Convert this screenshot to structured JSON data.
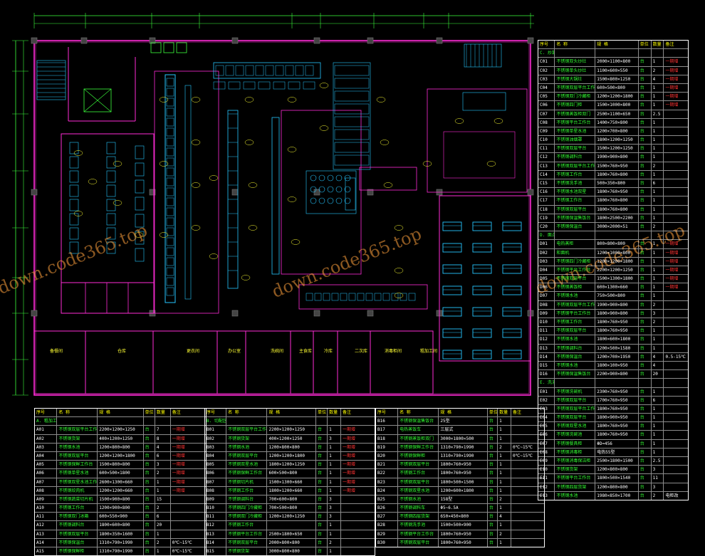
{
  "drawing": {
    "title": "Commercial kitchen equipment layout (CAD)",
    "watermark_text": "down.code365.top",
    "colors": {
      "background": "#000000",
      "walls": "#ff2bd6",
      "dimension_lines": "#3cff3c",
      "equipment": "#26c6ff",
      "text_yellow": "#ffff33",
      "text_green": "#33ff33",
      "table_border": "#ffffff"
    },
    "room_labels": [
      "备餐间",
      "仓库",
      "更衣间",
      "办公室",
      "洗碗间",
      "主食库",
      "冷库",
      "二次库",
      "消毒柜间",
      "粗加工间"
    ]
  },
  "tables": {
    "right": {
      "header": [
        "序号",
        "名  称",
        "规  格",
        "单位",
        "数量",
        "备注"
      ],
      "rows": [
        {
          "code": "C. 炒菜区",
          "name": "",
          "size": "",
          "unit": "",
          "qty": "",
          "note": "",
          "section": true
        },
        {
          "code": "C01",
          "name": "不锈钢双头炒灶",
          "size": "2000×1100×800",
          "unit": "台",
          "qty": "1",
          "note": "一期增"
        },
        {
          "code": "C02",
          "name": "不锈钢单头炒灶",
          "size": "1100×600×550",
          "unit": "台",
          "qty": "2",
          "note": "一期增"
        },
        {
          "code": "C03",
          "name": "不锈钢大锅灶",
          "size": "1500×800×1250",
          "unit": "台",
          "qty": "4",
          "note": "一期增"
        },
        {
          "code": "C04",
          "name": "不锈钢双层平台工作台",
          "size": "600×500×800",
          "unit": "台",
          "qty": "1",
          "note": "一期增"
        },
        {
          "code": "C05",
          "name": "不锈钢双门冷藏柜",
          "size": "1200×1200×1800",
          "unit": "台",
          "qty": "1",
          "note": "一期增"
        },
        {
          "code": "C06",
          "name": "不锈钢四门柜",
          "size": "1500×1000×800",
          "unit": "台",
          "qty": "1",
          "note": "一期增"
        },
        {
          "code": "C07",
          "name": "不锈钢蒸饭柜双门",
          "size": "2500×1100×650",
          "unit": "台",
          "qty": "2.5",
          "note": ""
        },
        {
          "code": "C08",
          "name": "不锈钢平台工作台",
          "size": "1400×750×800",
          "unit": "台",
          "qty": "1",
          "note": ""
        },
        {
          "code": "C09",
          "name": "不锈钢单星水池",
          "size": "1200×700×800",
          "unit": "台",
          "qty": "1",
          "note": ""
        },
        {
          "code": "C10",
          "name": "不锈钢油烟罩",
          "size": "1800×1200×1250",
          "unit": "台",
          "qty": "1",
          "note": ""
        },
        {
          "code": "C11",
          "name": "不锈钢双层平台",
          "size": "1500×1200×1250",
          "unit": "台",
          "qty": "1",
          "note": ""
        },
        {
          "code": "C12",
          "name": "不锈钢调料台",
          "size": "1900×900×800",
          "unit": "台",
          "qty": "1",
          "note": ""
        },
        {
          "code": "C13",
          "name": "不锈钢双层平台工作台",
          "size": "1500×760×950",
          "unit": "台",
          "qty": "2",
          "note": ""
        },
        {
          "code": "C14",
          "name": "不锈钢工作台",
          "size": "1800×760×800",
          "unit": "台",
          "qty": "1",
          "note": ""
        },
        {
          "code": "C15",
          "name": "不锈钢洗手池",
          "size": "500×350×800",
          "unit": "台",
          "qty": "6",
          "note": ""
        },
        {
          "code": "C16",
          "name": "不锈钢水池双星",
          "size": "1800×760×950",
          "unit": "台",
          "qty": "1",
          "note": ""
        },
        {
          "code": "C17",
          "name": "不锈钢工作台",
          "size": "1800×760×800",
          "unit": "台",
          "qty": "1",
          "note": ""
        },
        {
          "code": "C18",
          "name": "不锈钢双层平台",
          "size": "1800×760×800",
          "unit": "台",
          "qty": "1",
          "note": ""
        },
        {
          "code": "C19",
          "name": "不锈钢保温售饭台",
          "size": "1800×2500×2200",
          "unit": "台",
          "qty": "1",
          "note": ""
        },
        {
          "code": "C20",
          "name": "不锈钢保温台",
          "size": "3000×2000×51",
          "unit": "台",
          "qty": "2",
          "note": ""
        },
        {
          "code": "D. 面点区",
          "name": "",
          "size": "",
          "unit": "",
          "qty": "",
          "note": "",
          "section": true
        },
        {
          "code": "D01",
          "name": "电热蒸柜",
          "size": "800×800×800",
          "unit": "台",
          "qty": "1",
          "note": "一期增"
        },
        {
          "code": "D02",
          "name": "和面机",
          "size": "1200×1000×800",
          "unit": "台",
          "qty": "1",
          "note": "一期增"
        },
        {
          "code": "D03",
          "name": "不锈钢四门冷藏柜",
          "size": "1200×1200×1800",
          "unit": "台",
          "qty": "1",
          "note": "一期增"
        },
        {
          "code": "D04",
          "name": "不锈钢平台工作台",
          "size": "2200×1200×1250",
          "unit": "台",
          "qty": "1",
          "note": "一期增"
        },
        {
          "code": "D05",
          "name": "不锈钢双层平台",
          "size": "1500×1300×1800",
          "unit": "台",
          "qty": "1",
          "note": "一期增"
        },
        {
          "code": "D06",
          "name": "不锈钢蒸饭柜",
          "size": "600×1300×660",
          "unit": "台",
          "qty": "1",
          "note": "一期增"
        },
        {
          "code": "D07",
          "name": "不锈钢水池",
          "size": "750×500×800",
          "unit": "台",
          "qty": "1",
          "note": ""
        },
        {
          "code": "D08",
          "name": "不锈钢双层平台工作台",
          "size": "1900×900×800",
          "unit": "台",
          "qty": "2",
          "note": ""
        },
        {
          "code": "D09",
          "name": "不锈钢平台工作台",
          "size": "1800×900×800",
          "unit": "台",
          "qty": "3",
          "note": ""
        },
        {
          "code": "D10",
          "name": "不锈钢工作台",
          "size": "1800×760×950",
          "unit": "台",
          "qty": "2",
          "note": ""
        },
        {
          "code": "D11",
          "name": "不锈钢双层平台",
          "size": "1800×760×950",
          "unit": "台",
          "qty": "1",
          "note": ""
        },
        {
          "code": "D12",
          "name": "不锈钢水池",
          "size": "1800×600×1800",
          "unit": "台",
          "qty": "1",
          "note": ""
        },
        {
          "code": "D13",
          "name": "不锈钢调料台",
          "size": "1200×500×1580",
          "unit": "台",
          "qty": "1",
          "note": ""
        },
        {
          "code": "D14",
          "name": "不锈钢保温台",
          "size": "1200×700×1950",
          "unit": "台",
          "qty": "4",
          "note": "0.5-15℃"
        },
        {
          "code": "D15",
          "name": "不锈钢水池",
          "size": "1800×100×950",
          "unit": "台",
          "qty": "4",
          "note": ""
        },
        {
          "code": "D16",
          "name": "不锈钢保温售饭台",
          "size": "2200×900×800",
          "unit": "台",
          "qty": "20",
          "note": ""
        },
        {
          "code": "E. 洗消区",
          "name": "",
          "size": "",
          "unit": "",
          "qty": "",
          "note": "",
          "section": true
        },
        {
          "code": "E01",
          "name": "不锈钢洗碗机",
          "size": "2300×760×950",
          "unit": "台",
          "qty": "1",
          "note": ""
        },
        {
          "code": "E02",
          "name": "不锈钢双层平台",
          "size": "1700×760×950",
          "unit": "台",
          "qty": "6",
          "note": ""
        },
        {
          "code": "E03",
          "name": "不锈钢双层平台工作台",
          "size": "1800×760×950",
          "unit": "台",
          "qty": "1",
          "note": ""
        },
        {
          "code": "E04",
          "name": "不锈钢双层平台",
          "size": "1800×900×950",
          "unit": "台",
          "qty": "1",
          "note": ""
        },
        {
          "code": "E05",
          "name": "不锈钢双星水池",
          "size": "1800×760×950",
          "unit": "台",
          "qty": "1",
          "note": ""
        },
        {
          "code": "E06",
          "name": "不锈钢洗碗池",
          "size": "1800×760×950",
          "unit": "台",
          "qty": "1",
          "note": ""
        },
        {
          "code": "E07",
          "name": "不锈钢餐具柜",
          "size": "ΦD=456",
          "unit": "台",
          "qty": "1",
          "note": ""
        },
        {
          "code": "E08",
          "name": "不锈钢消毒柜",
          "size": "电热55型",
          "unit": "台",
          "qty": "1",
          "note": ""
        },
        {
          "code": "E09",
          "name": "不锈钢消毒保洁柜",
          "size": "2500×1800×1500",
          "unit": "台",
          "qty": "2.5",
          "note": ""
        },
        {
          "code": "E10",
          "name": "不锈钢货架",
          "size": "1200×800×800",
          "unit": "台",
          "qty": "3",
          "note": ""
        },
        {
          "code": "E11",
          "name": "不锈钢平台工作台",
          "size": "1800×500×1540",
          "unit": "台",
          "qty": "11",
          "note": ""
        },
        {
          "code": "E12",
          "name": "不锈钢四层货架",
          "size": "1200×800×800",
          "unit": "台",
          "qty": "3",
          "note": ""
        },
        {
          "code": "E13",
          "name": "不锈钢水池",
          "size": "1980×850×1700",
          "unit": "台",
          "qty": "2",
          "note": "电柜改"
        }
      ]
    },
    "bottom_a": {
      "header": [
        "序号",
        "名  称",
        "规  格",
        "单位",
        "数量",
        "备注"
      ],
      "rows": [
        {
          "code": "A. 粗加工区",
          "name": "",
          "size": "",
          "unit": "",
          "qty": "",
          "note": "",
          "section": true
        },
        {
          "code": "A01",
          "name": "不锈钢双层平台工作台",
          "size": "2200×1200×1250",
          "unit": "台",
          "qty": "7",
          "note": "一期增"
        },
        {
          "code": "A02",
          "name": "不锈钢货架",
          "size": "400×1200×1250",
          "unit": "台",
          "qty": "8",
          "note": "一期增"
        },
        {
          "code": "A03",
          "name": "不锈钢水池",
          "size": "1200×800×800",
          "unit": "台",
          "qty": "4",
          "note": "一期增"
        },
        {
          "code": "A04",
          "name": "不锈钢双层平台",
          "size": "1200×1200×1800",
          "unit": "台",
          "qty": "6",
          "note": "一期增"
        },
        {
          "code": "A05",
          "name": "不锈钢保鲜工作台",
          "size": "1500×800×800",
          "unit": "台",
          "qty": "3",
          "note": "一期增"
        },
        {
          "code": "A06",
          "name": "不锈钢单星水池",
          "size": "600×500×1800",
          "unit": "台",
          "qty": "2",
          "note": "一期增"
        },
        {
          "code": "A07",
          "name": "不锈钢双星水池工作台",
          "size": "2600×1300×660",
          "unit": "台",
          "qty": "1",
          "note": "一期增"
        },
        {
          "code": "A08",
          "name": "不锈钢绞肉机",
          "size": "1200×1200×660",
          "unit": "台",
          "qty": "1",
          "note": "一期增"
        },
        {
          "code": "A09",
          "name": "不锈钢蔬菜切片机",
          "size": "1500×900×800",
          "unit": "台",
          "qty": "15",
          "note": ""
        },
        {
          "code": "A10",
          "name": "不锈钢工作台",
          "size": "1200×900×800",
          "unit": "台",
          "qty": "2",
          "note": ""
        },
        {
          "code": "A11",
          "name": "不锈钢双门冰箱",
          "size": "600×550×900",
          "unit": "台",
          "qty": "6",
          "note": ""
        },
        {
          "code": "A12",
          "name": "不锈钢调料台",
          "size": "1800×600×800",
          "unit": "台",
          "qty": "20",
          "note": ""
        },
        {
          "code": "A13",
          "name": "不锈钢双层平台",
          "size": "1800×350×1600",
          "unit": "台",
          "qty": "1",
          "note": ""
        },
        {
          "code": "A14",
          "name": "不锈钢保温台",
          "size": "1310×790×1990",
          "unit": "台",
          "qty": "2",
          "note": "0℃~15℃"
        },
        {
          "code": "A15",
          "name": "不锈钢保鲜柜",
          "size": "1310×790×1990",
          "unit": "台",
          "qty": "1",
          "note": "0℃~15℃"
        }
      ]
    },
    "bottom_b": {
      "header": [
        "序号",
        "名  称",
        "规  格",
        "单位",
        "数量",
        "备注"
      ],
      "rows": [
        {
          "code": "B. 切配区",
          "name": "",
          "size": "",
          "unit": "",
          "qty": "",
          "note": "",
          "section": true
        },
        {
          "code": "B01",
          "name": "不锈钢双层平台工作台",
          "size": "2200×1200×1250",
          "unit": "台",
          "qty": "1",
          "note": "一期增"
        },
        {
          "code": "B02",
          "name": "不锈钢货架",
          "size": "400×1200×1250",
          "unit": "台",
          "qty": "3",
          "note": "一期增"
        },
        {
          "code": "B03",
          "name": "不锈钢水池",
          "size": "1200×800×800",
          "unit": "台",
          "qty": "1",
          "note": "一期增"
        },
        {
          "code": "B04",
          "name": "不锈钢双层平台",
          "size": "1200×1200×1800",
          "unit": "台",
          "qty": "1",
          "note": "一期增"
        },
        {
          "code": "B05",
          "name": "不锈钢双星水池",
          "size": "1800×1200×1250",
          "unit": "台",
          "qty": "1",
          "note": "一期增"
        },
        {
          "code": "B06",
          "name": "不锈钢保鲜工作台",
          "size": "600×500×800",
          "unit": "台",
          "qty": "1",
          "note": "一期增"
        },
        {
          "code": "B07",
          "name": "不锈钢切片机",
          "size": "1500×1300×660",
          "unit": "台",
          "qty": "1",
          "note": "一期增"
        },
        {
          "code": "B08",
          "name": "不锈钢工作台",
          "size": "1800×1200×660",
          "unit": "台",
          "qty": "1",
          "note": "一期增"
        },
        {
          "code": "B09",
          "name": "不锈钢调料台",
          "size": "700×600×800",
          "unit": "台",
          "qty": "3",
          "note": ""
        },
        {
          "code": "B10",
          "name": "不锈钢四门冷藏柜",
          "size": "700×500×800",
          "unit": "台",
          "qty": "3",
          "note": ""
        },
        {
          "code": "B11",
          "name": "不锈钢双门冷藏柜",
          "size": "1200×1200×1250",
          "unit": "台",
          "qty": "3",
          "note": ""
        },
        {
          "code": "B12",
          "name": "不锈钢工作台",
          "size": "",
          "unit": "台",
          "qty": "1",
          "note": ""
        },
        {
          "code": "B13",
          "name": "不锈钢平台工作台",
          "size": "2500×1800×650",
          "unit": "台",
          "qty": "1",
          "note": ""
        },
        {
          "code": "B14",
          "name": "不锈钢双层平台",
          "size": "2000×800×800",
          "unit": "台",
          "qty": "2",
          "note": ""
        },
        {
          "code": "B15",
          "name": "不锈钢货架",
          "size": "3000×800×800",
          "unit": "台",
          "qty": "1",
          "note": ""
        }
      ]
    },
    "bottom_c": {
      "header": [
        "序号",
        "名  称",
        "规  格",
        "单位",
        "数量",
        "备注"
      ],
      "rows": [
        {
          "code": "B16",
          "name": "不锈钢保温售饭台",
          "size": "25型",
          "unit": "台",
          "qty": "1",
          "note": ""
        },
        {
          "code": "B17",
          "name": "电热蒸饭车",
          "size": "三层式",
          "unit": "台",
          "qty": "1",
          "note": ""
        },
        {
          "code": "B18",
          "name": "不锈钢蒸饭柜双门",
          "size": "3000×1800×500",
          "unit": "台",
          "qty": "1",
          "note": ""
        },
        {
          "code": "B19",
          "name": "不锈钢保鲜工作台",
          "size": "1310×790×1990",
          "unit": "台",
          "qty": "2",
          "note": "0℃~15℃"
        },
        {
          "code": "B20",
          "name": "不锈钢保鲜柜",
          "size": "1310×790×1990",
          "unit": "台",
          "qty": "1",
          "note": "0℃~15℃"
        },
        {
          "code": "B21",
          "name": "不锈钢双层平台",
          "size": "1800×760×950",
          "unit": "台",
          "qty": "1",
          "note": ""
        },
        {
          "code": "B22",
          "name": "不锈钢工作台",
          "size": "1800×760×950",
          "unit": "台",
          "qty": "1",
          "note": ""
        },
        {
          "code": "B23",
          "name": "不锈钢双层平台",
          "size": "1800×500×1500",
          "unit": "台",
          "qty": "1",
          "note": ""
        },
        {
          "code": "B24",
          "name": "不锈钢双星水池",
          "size": "1200×600×1800",
          "unit": "台",
          "qty": "1",
          "note": ""
        },
        {
          "code": "B25",
          "name": "不锈钢水池",
          "size": "158型",
          "unit": "台",
          "qty": "2",
          "note": ""
        },
        {
          "code": "B26",
          "name": "不锈钢调料车",
          "size": "Φ5~6.5A",
          "unit": "台",
          "qty": "1",
          "note": ""
        },
        {
          "code": "B27",
          "name": "不锈钢四层货架",
          "size": "650×450×800",
          "unit": "台",
          "qty": "4",
          "note": ""
        },
        {
          "code": "B28",
          "name": "不锈钢洗手池",
          "size": "1500×500×900",
          "unit": "台",
          "qty": "1",
          "note": ""
        },
        {
          "code": "B29",
          "name": "不锈钢平台工作台",
          "size": "1800×760×950",
          "unit": "台",
          "qty": "2",
          "note": ""
        },
        {
          "code": "B30",
          "name": "不锈钢双层平台",
          "size": "1800×760×950",
          "unit": "台",
          "qty": "1",
          "note": ""
        }
      ]
    }
  }
}
